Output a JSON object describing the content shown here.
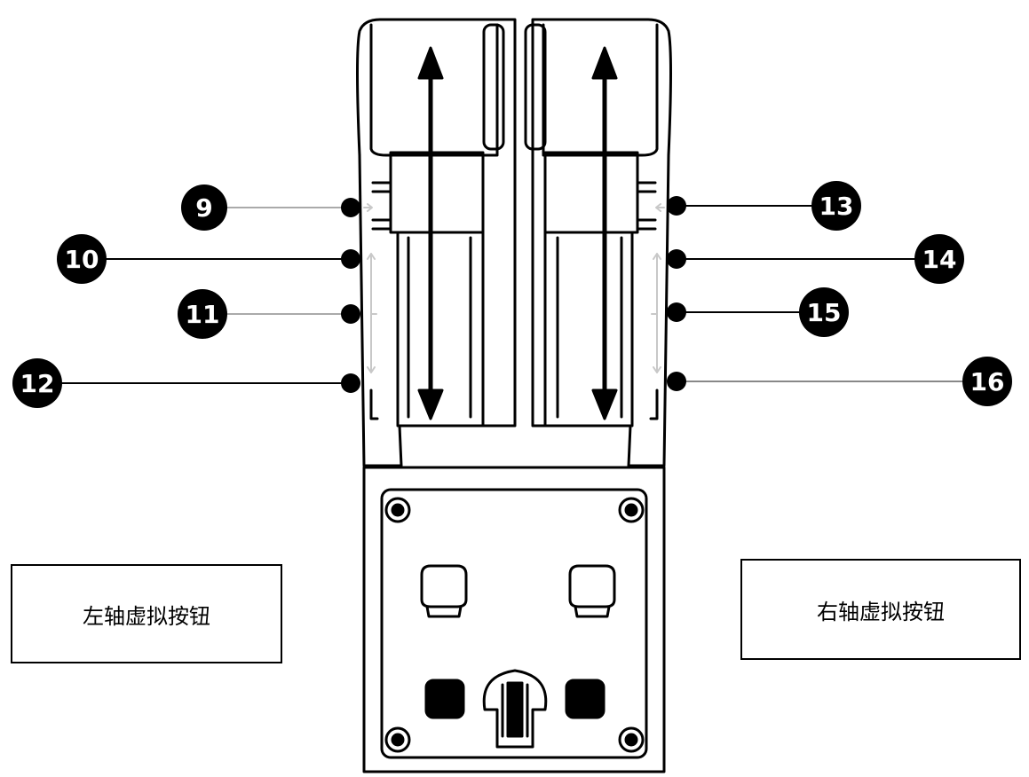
{
  "callouts": {
    "left": [
      "9",
      "10",
      "11",
      "12"
    ],
    "right": [
      "13",
      "14",
      "15",
      "16"
    ]
  },
  "labels": {
    "left_axis": "左轴虚拟按钮",
    "right_axis": "右轴虚拟按钮"
  },
  "colors": {
    "ink": "#000000",
    "paper": "#ffffff",
    "faint_arrow": "#c8c8c8"
  },
  "icons": {
    "callout_marker": "black-circle-with-number",
    "travel_arrow": "double-headed-vertical-arrow"
  }
}
